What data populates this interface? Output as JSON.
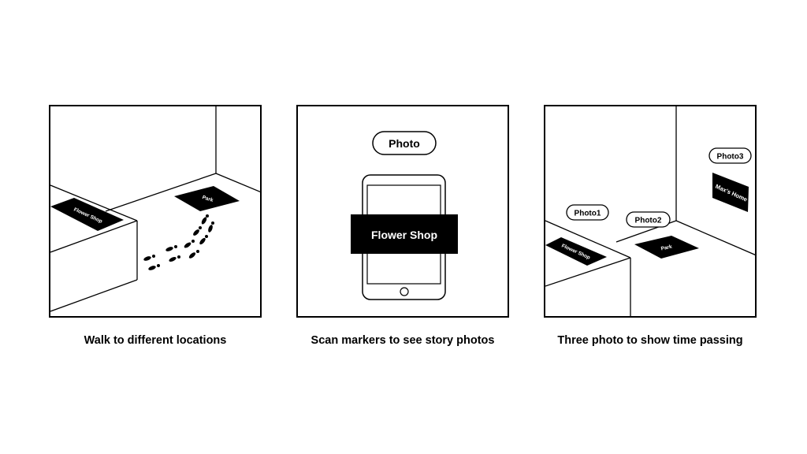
{
  "panels": [
    {
      "caption": "Walk to different locations",
      "markers": {
        "flower_shop": "Flower Shop",
        "park": "Park"
      }
    },
    {
      "caption": "Scan markers to see story photos",
      "photo_label": "Photo",
      "marker": "Flower Shop"
    },
    {
      "caption": "Three photo to show time passing",
      "photo_labels": [
        "Photo1",
        "Photo2",
        "Photo3"
      ],
      "markers": {
        "flower_shop": "Flower Shop",
        "park": "Park",
        "home": "Max's Home"
      }
    }
  ],
  "colors": {
    "ink": "#000000",
    "paper": "#ffffff"
  },
  "icons": [
    "footprints-icon",
    "tablet-icon",
    "home-button-icon"
  ]
}
